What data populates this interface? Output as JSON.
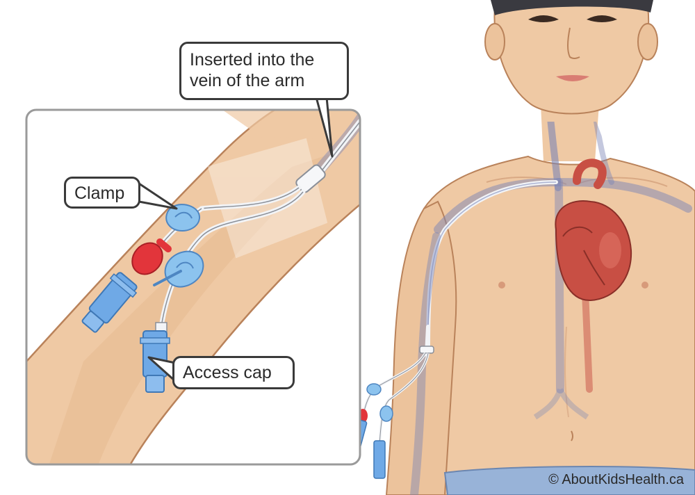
{
  "labels": {
    "vein": [
      "Inserted into the",
      "vein of the arm"
    ],
    "clamp": "Clamp",
    "access_cap": "Access cap"
  },
  "copyright": "© AboutKidsHealth.ca",
  "colors": {
    "skin": "#efc9a4",
    "skin_shadow": "#e2b187",
    "skin_outline": "#b9825a",
    "vein": "#7c86b6",
    "heart": "#c84f44",
    "catheter": "#f2f4f7",
    "clamp": "#8cc3ee",
    "cap": "#6fa9e6",
    "valve_red": "#e2353b",
    "inset_border": "#9a9a9a",
    "callout_border": "#3a3a3a",
    "shorts": "#98b3d8",
    "hair": "#3a3a40"
  }
}
